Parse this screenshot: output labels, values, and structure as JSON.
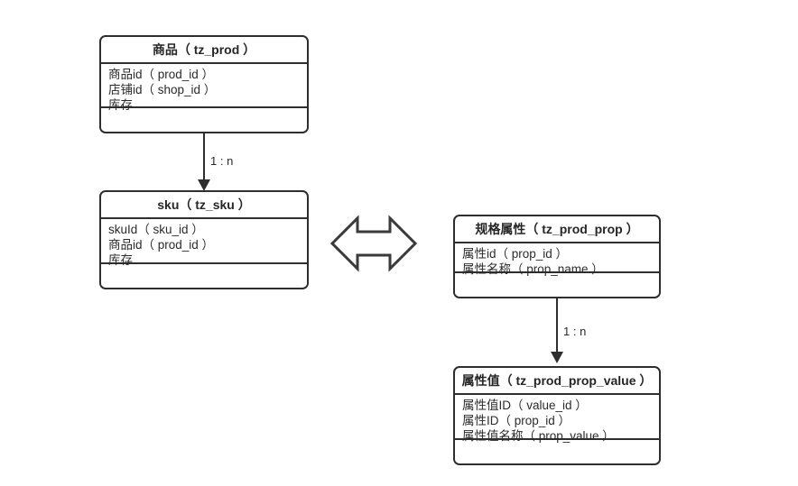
{
  "diagram": {
    "title": "",
    "entities": [
      {
        "id": "tz_prod",
        "name_cn": "商品",
        "table": "（ tz_prod ）",
        "fields": [
          "商品id（ prod_id ）",
          "店铺id（ shop_id ）",
          "库存"
        ]
      },
      {
        "id": "tz_sku",
        "name_cn": "sku",
        "table": "（ tz_sku ）",
        "fields": [
          "skuId（ sku_id ）",
          "商品id（ prod_id ）",
          "库存"
        ]
      },
      {
        "id": "tz_prod_prop",
        "name_cn": "规格属性",
        "table": "（ tz_prod_prop ）",
        "fields": [
          "属性id（ prop_id ）",
          "属性名称（ prop_name ）"
        ]
      },
      {
        "id": "tz_prod_prop_value",
        "name_cn": "属性值",
        "table": "（ tz_prod_prop_value ）",
        "fields": [
          "属性值ID（ value_id ）",
          "属性ID（ prop_id ）",
          "属性值名称（ prop_value ）"
        ]
      }
    ],
    "relations": [
      {
        "id": "prod-to-sku",
        "label": "1 : n"
      },
      {
        "id": "prop-to-propvalue",
        "label": "1 : n"
      }
    ],
    "connector": {
      "id": "sku-prop-bidirectional",
      "label": ""
    },
    "colors": {
      "stroke": "#2e2e2e",
      "text": "#2b2b2b",
      "background": "#ffffff"
    }
  }
}
